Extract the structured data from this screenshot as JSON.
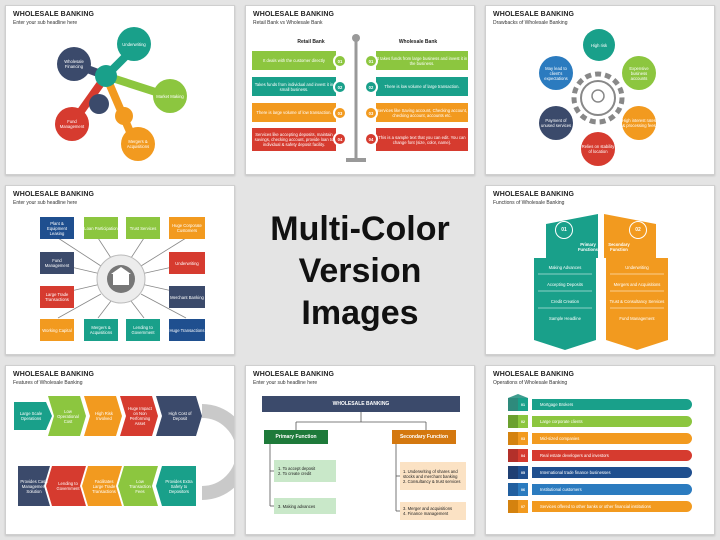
{
  "center": {
    "line1": "Multi-Color",
    "line2": "Version Images"
  },
  "slide1": {
    "title": "WHOLESALE BANKING",
    "subtitle": "Enter your sub headline here",
    "labels": [
      "Wholesale Financing",
      "Underwriting",
      "Market Making",
      "Mergers & Acquisitions",
      "Fund Management"
    ]
  },
  "slide2": {
    "title": "WHOLESALE BANKING",
    "subtitle": "Retail Bank vs Wholesale Bank",
    "left_header": "Retail Bank",
    "right_header": "Wholesale Bank",
    "rows": [
      {
        "num": "01",
        "left": "It deals with the customer directly",
        "right": "It takes funds from large business and invest it in the business."
      },
      {
        "num": "02",
        "left": "Takes funds from individual and invest it in small business.",
        "right": "There is low volume of large transaction."
      },
      {
        "num": "03",
        "left": "There is large volume of low transaction.",
        "right": "Services like Saving account, Checking account, checking account, accounts etc."
      },
      {
        "num": "04",
        "left": "Services like accepting deposits, maintain savings, checking account, provide loan to individual & safety deposit facility.",
        "right": "This is a sample text that you can edit. You can change font (size, color, name)."
      }
    ]
  },
  "slide3": {
    "title": "WHOLESALE BANKING",
    "subtitle": "Drawbacks of Wholesale Banking",
    "labels": [
      "High risk",
      "Expensive business accounts",
      "High interest rates & processing fees",
      "Relies on stability of location",
      "Payment of unused services",
      "May lead to client's expectations"
    ]
  },
  "slide4": {
    "title": "WHOLESALE BANKING",
    "subtitle": "Enter your sub headline here",
    "top": [
      "Plant & Equipment Leasing",
      "Loan Participation",
      "Trust Services",
      "Huge Corporate Customers"
    ],
    "left": [
      "Fund Management",
      "Large Trade Transactions"
    ],
    "right": [
      "Underwriting",
      "Merchant Banking"
    ],
    "bottom": [
      "Working Capital",
      "Mergers & Acquisitions",
      "Lending to Government",
      "Huge Transactions"
    ]
  },
  "slide5": {
    "title": "WHOLESALE BANKING",
    "subtitle": "Functions of Wholesale Banking",
    "left": {
      "num": "01",
      "head": "Primary Functions",
      "items": [
        "Making Advances",
        "Accepting Deposits",
        "Credit Creation",
        "Sample Headline"
      ]
    },
    "right": {
      "num": "02",
      "head": "Secondary Function",
      "items": [
        "Underwriting",
        "Mergers and Acquisitions",
        "Trust & Consultancy Services",
        "Fund Management"
      ]
    }
  },
  "slide6": {
    "title": "WHOLESALE BANKING",
    "subtitle": "Features of Wholesale Banking",
    "top": [
      "Large Scale Operations",
      "Low Operational Cost",
      "High Risk Involved",
      "Huge Impact on Non Performing Asset",
      "High Cost of Deposit"
    ],
    "bottom": [
      "Provides Cash Management Solution",
      "Lending to Government",
      "Facilitates Large Trade Transactions",
      "Low Transaction Fees",
      "Provides Extra Safety to Depositors"
    ]
  },
  "slide7": {
    "title": "WHOLESALE BANKING",
    "subtitle": "Enter your sub headline here",
    "top": "WHOLESALE BANKING",
    "left_head": "Primary Function",
    "right_head": "Secondary Function",
    "left_items": [
      "1. To accept deposit\n2. To create credit",
      "3. Making advances"
    ],
    "right_items": [
      "1. Underwriting of shares and stocks and merchant banking\n2. Consultancy & trust services",
      "3. Merger and acquisitions\n4. Finance management"
    ]
  },
  "slide8": {
    "title": "WHOLESALE BANKING",
    "subtitle": "Operations of Wholesale Banking",
    "rows": [
      {
        "num": "01",
        "text": "Mortgage Brokers"
      },
      {
        "num": "02",
        "text": "Large corporate clients"
      },
      {
        "num": "03",
        "text": "Mid-sized companies"
      },
      {
        "num": "04",
        "text": "Real estate developers and investors"
      },
      {
        "num": "05",
        "text": "International trade finance businesses"
      },
      {
        "num": "06",
        "text": "Institutional customers"
      },
      {
        "num": "07",
        "text": "Services offered to other banks or other financial institutions"
      }
    ]
  }
}
